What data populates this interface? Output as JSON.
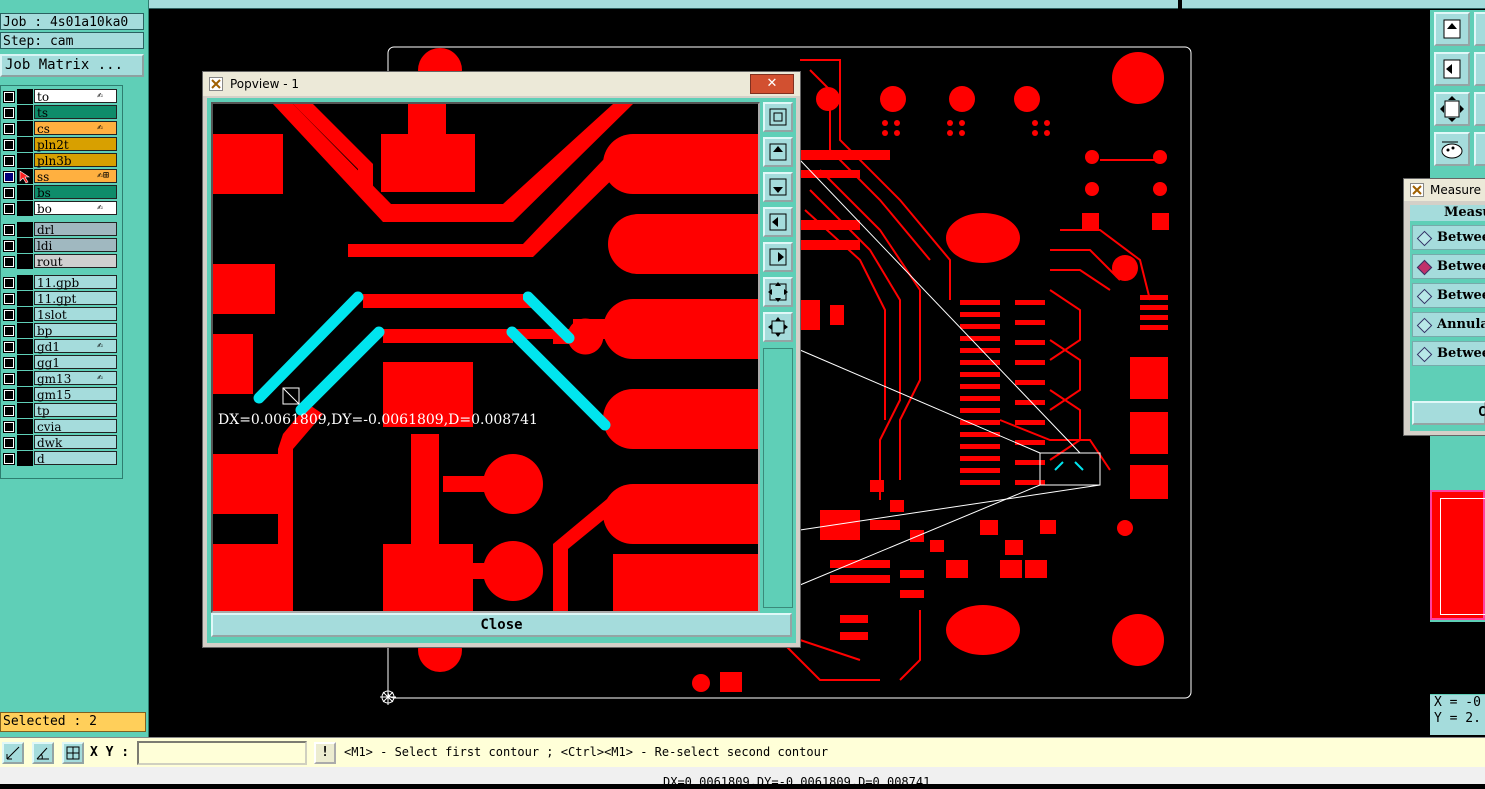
{
  "job_label": "Job : 4s01a10ka0",
  "step_label": "Step: cam",
  "job_matrix_button": "Job Matrix ...",
  "layers": [
    {
      "name": "to",
      "color": "#ffffff",
      "mark": "✍"
    },
    {
      "name": "ts",
      "color": "#0e8c6a",
      "mark": ""
    },
    {
      "name": "cs",
      "color": "#ffb040",
      "mark": "✍"
    },
    {
      "name": "pln2t",
      "color": "#d8a000",
      "mark": ""
    },
    {
      "name": "pln3b",
      "color": "#d8a000",
      "mark": ""
    },
    {
      "name": "ss",
      "color": "#ffb040",
      "mark": "✍⊞",
      "active": true
    },
    {
      "name": "bs",
      "color": "#0e8c6a",
      "mark": ""
    },
    {
      "name": "bo",
      "color": "#ffffff",
      "mark": "✍"
    },
    {
      "name": "drl",
      "color": "#a0b8c0",
      "mark": ""
    },
    {
      "name": "ldi",
      "color": "#a0b8c0",
      "mark": ""
    },
    {
      "name": "rout",
      "color": "#d0d0d0",
      "mark": ""
    },
    {
      "name": "11.gpb",
      "color": "#a5dcdc",
      "mark": ""
    },
    {
      "name": "11.gpt",
      "color": "#a5dcdc",
      "mark": ""
    },
    {
      "name": "1slot",
      "color": "#a5dcdc",
      "mark": ""
    },
    {
      "name": "bp",
      "color": "#a5dcdc",
      "mark": ""
    },
    {
      "name": "gd1",
      "color": "#a5dcdc",
      "mark": "✍"
    },
    {
      "name": "gg1",
      "color": "#a5dcdc",
      "mark": ""
    },
    {
      "name": "gm13",
      "color": "#a5dcdc",
      "mark": "✍"
    },
    {
      "name": "gm15",
      "color": "#a5dcdc",
      "mark": ""
    },
    {
      "name": "tp",
      "color": "#a5dcdc",
      "mark": ""
    },
    {
      "name": "cvia",
      "color": "#a5dcdc",
      "mark": ""
    },
    {
      "name": "dwk",
      "color": "#a5dcdc",
      "mark": ""
    },
    {
      "name": "d",
      "color": "#a5dcdc",
      "mark": ""
    }
  ],
  "selected_label": "Selected : 2",
  "xy_label": "X Y :",
  "xy_value": "",
  "bang_label": "!",
  "prompt_text": "<M1> - Select first contour ; <Ctrl><M1> - Re-select second contour",
  "status_text": "DX=0.0061809,DY=-0.0061809,D=0.008741",
  "popview": {
    "title": "Popview - 1",
    "close_label": "Close",
    "measure_readout": "DX=0.0061809,DY=-0.0061809,D=0.008741"
  },
  "measure": {
    "title": "Measure",
    "header": "Measu",
    "options": [
      {
        "label": "Betwee",
        "selected": false
      },
      {
        "label": "Betwee",
        "selected": true
      },
      {
        "label": "Betwee",
        "selected": false
      },
      {
        "label": "Annula",
        "selected": false
      },
      {
        "label": "Betwee",
        "selected": false
      }
    ],
    "bottom_button": "C"
  },
  "coords": {
    "x": "X = -0",
    "y": "Y = 2."
  },
  "colors": {
    "copper": "#ff0000",
    "highlight": "#00e5ee",
    "panel": "#5fcfb7",
    "button": "#a5dcdc"
  }
}
